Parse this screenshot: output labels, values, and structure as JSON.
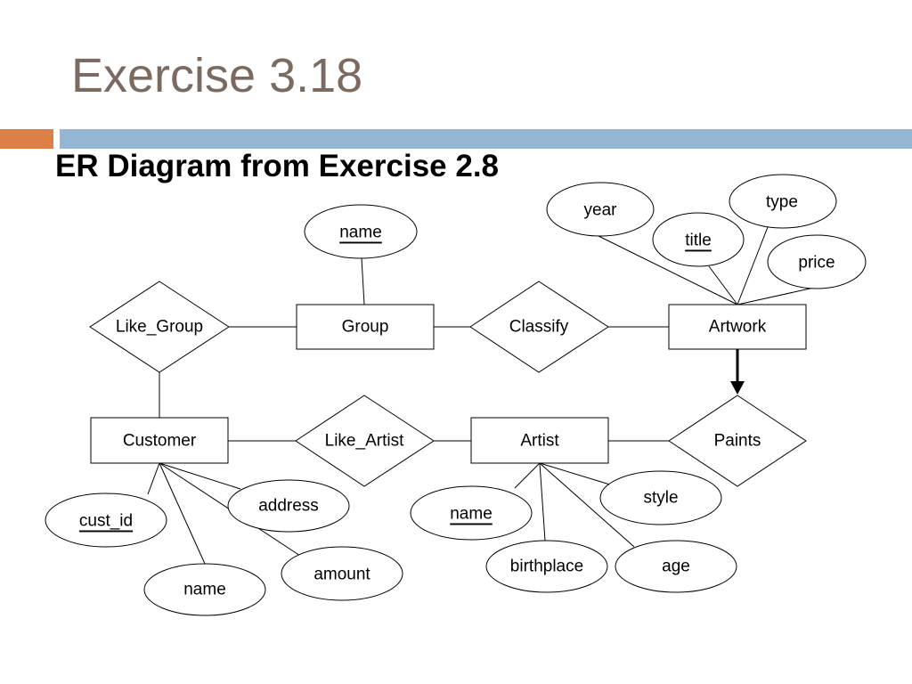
{
  "slide": {
    "title": "Exercise 3.18",
    "subtitle": "ER Diagram from Exercise 2.8"
  },
  "theme": {
    "title_color": "#7b6a5f",
    "accent_orange": "#dd8047",
    "accent_blue": "#94b6d2"
  },
  "diagram": {
    "entities": {
      "group": "Group",
      "artwork": "Artwork",
      "customer": "Customer",
      "artist": "Artist"
    },
    "relationships": {
      "like_group": "Like_Group",
      "classify": "Classify",
      "like_artist": "Like_Artist",
      "paints": "Paints"
    },
    "attributes": {
      "group_name": {
        "label": "name",
        "key": true
      },
      "artwork_year": {
        "label": "year",
        "key": false
      },
      "artwork_title": {
        "label": "title",
        "key": true
      },
      "artwork_type": {
        "label": "type",
        "key": false
      },
      "artwork_price": {
        "label": "price",
        "key": false
      },
      "customer_cust_id": {
        "label": "cust_id",
        "key": true
      },
      "customer_address": {
        "label": "address",
        "key": false
      },
      "customer_name": {
        "label": "name",
        "key": false
      },
      "customer_amount": {
        "label": "amount",
        "key": false
      },
      "artist_name": {
        "label": "name",
        "key": true
      },
      "artist_style": {
        "label": "style",
        "key": false
      },
      "artist_birthplace": {
        "label": "birthplace",
        "key": false
      },
      "artist_age": {
        "label": "age",
        "key": false
      }
    }
  }
}
